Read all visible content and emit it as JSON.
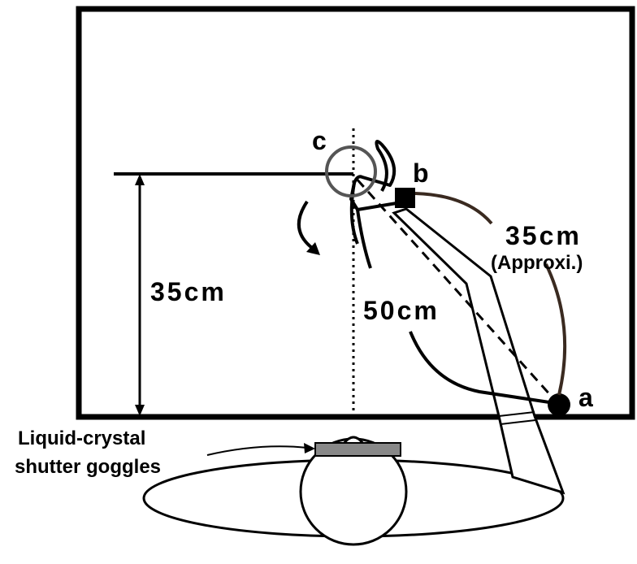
{
  "labels": {
    "point_a": "a",
    "point_b": "b",
    "point_c": "c",
    "height": "35cm",
    "arm_length": "35cm",
    "arm_length_note": "(Approxi.)",
    "reach_distance": "50cm",
    "goggles_line1": "Liquid-crystal",
    "goggles_line2": "shutter goggles"
  },
  "colors": {
    "ink": "#000000",
    "target_circle": "#555555",
    "goggles_fill": "#888888",
    "arc_curve": "#3a2a20"
  }
}
